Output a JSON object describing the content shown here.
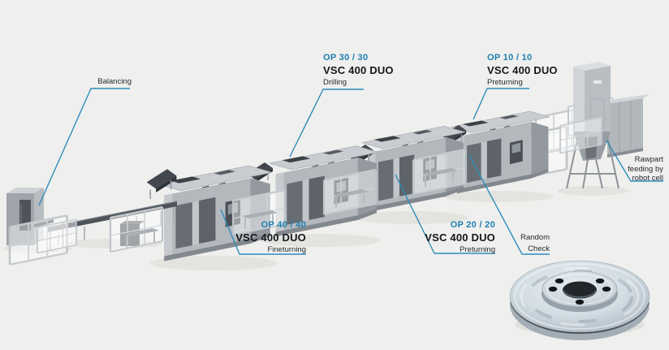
{
  "colors": {
    "background": "#efefee",
    "accent_blue": "#1d7fb0",
    "leader_line_blue": "#2f8cba",
    "machine_gray": "#b3b8bd",
    "text_dark": "#14171a"
  },
  "callouts": {
    "balancing": {
      "label": "Balancing"
    },
    "op30": {
      "op": "OP 30 / 30",
      "machine": "VSC 400 DUO",
      "process": "Drilling"
    },
    "op10": {
      "op": "OP 10 / 10",
      "machine": "VSC 400 DUO",
      "process": "Preturning"
    },
    "op40": {
      "op": "OP 40 / 40",
      "machine": "VSC 400 DUO",
      "process": "Fineturning"
    },
    "op20": {
      "op": "OP 20 / 20",
      "machine": "VSC 400 DUO",
      "process": "Preturning"
    },
    "random_check": {
      "line1": "Random",
      "line2": "Check"
    },
    "rawpart_feeding": {
      "line1": "Rawpart",
      "line2": "feeding by",
      "line3": "robot cell"
    }
  }
}
